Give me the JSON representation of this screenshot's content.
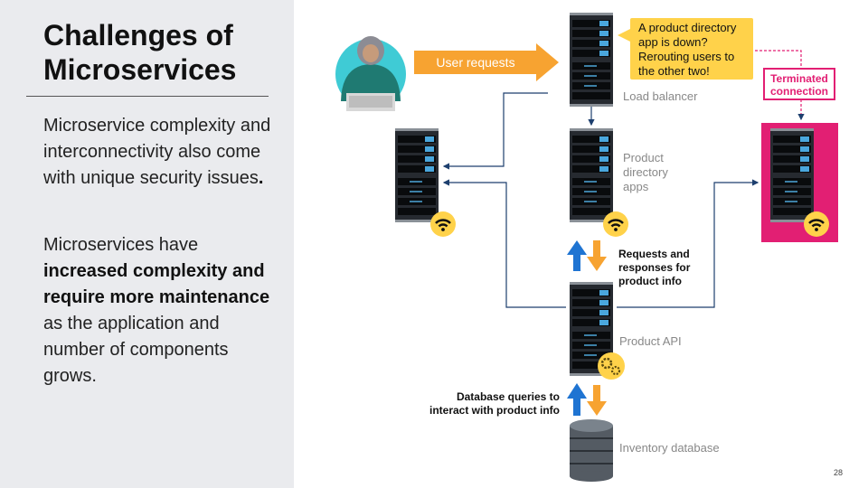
{
  "slide": {
    "title_lines": [
      "Challenges of",
      "Microservices"
    ],
    "para1": {
      "text": "Microservice complexity and interconnectivity also come with unique security issues",
      "end": "."
    },
    "para2": {
      "before": "Microservices have ",
      "bold": "increased complexity and require more maintenance",
      "after": " as the application and number of components grows."
    },
    "page_number": "28"
  },
  "diagram": {
    "user_requests": "User requests",
    "load_balancer": "Load balancer",
    "product_directory_lines": [
      "Product",
      "directory",
      "apps"
    ],
    "bubble_lines": [
      "A product directory",
      "app is down?",
      "Rerouting users to",
      "the other two!"
    ],
    "terminated_lines": [
      "Terminated",
      "connection"
    ],
    "requests_label_lines": [
      "Requests and",
      "responses for",
      "product info"
    ],
    "product_api": "Product API",
    "db_queries_lines": [
      "Database queries to",
      "interact with product info"
    ],
    "inventory_database": "Inventory database"
  },
  "colors": {
    "accent_orange": "#f7a331",
    "arrow_blue": "#1f74d2",
    "terminated_pink": "#e21f73",
    "wifi_yellow": "#ffd24a",
    "line_navy": "#1d3f6e"
  },
  "icons": [
    "person-laptop-icon",
    "server-icon",
    "wifi-icon",
    "gear-icon",
    "database-icon"
  ]
}
